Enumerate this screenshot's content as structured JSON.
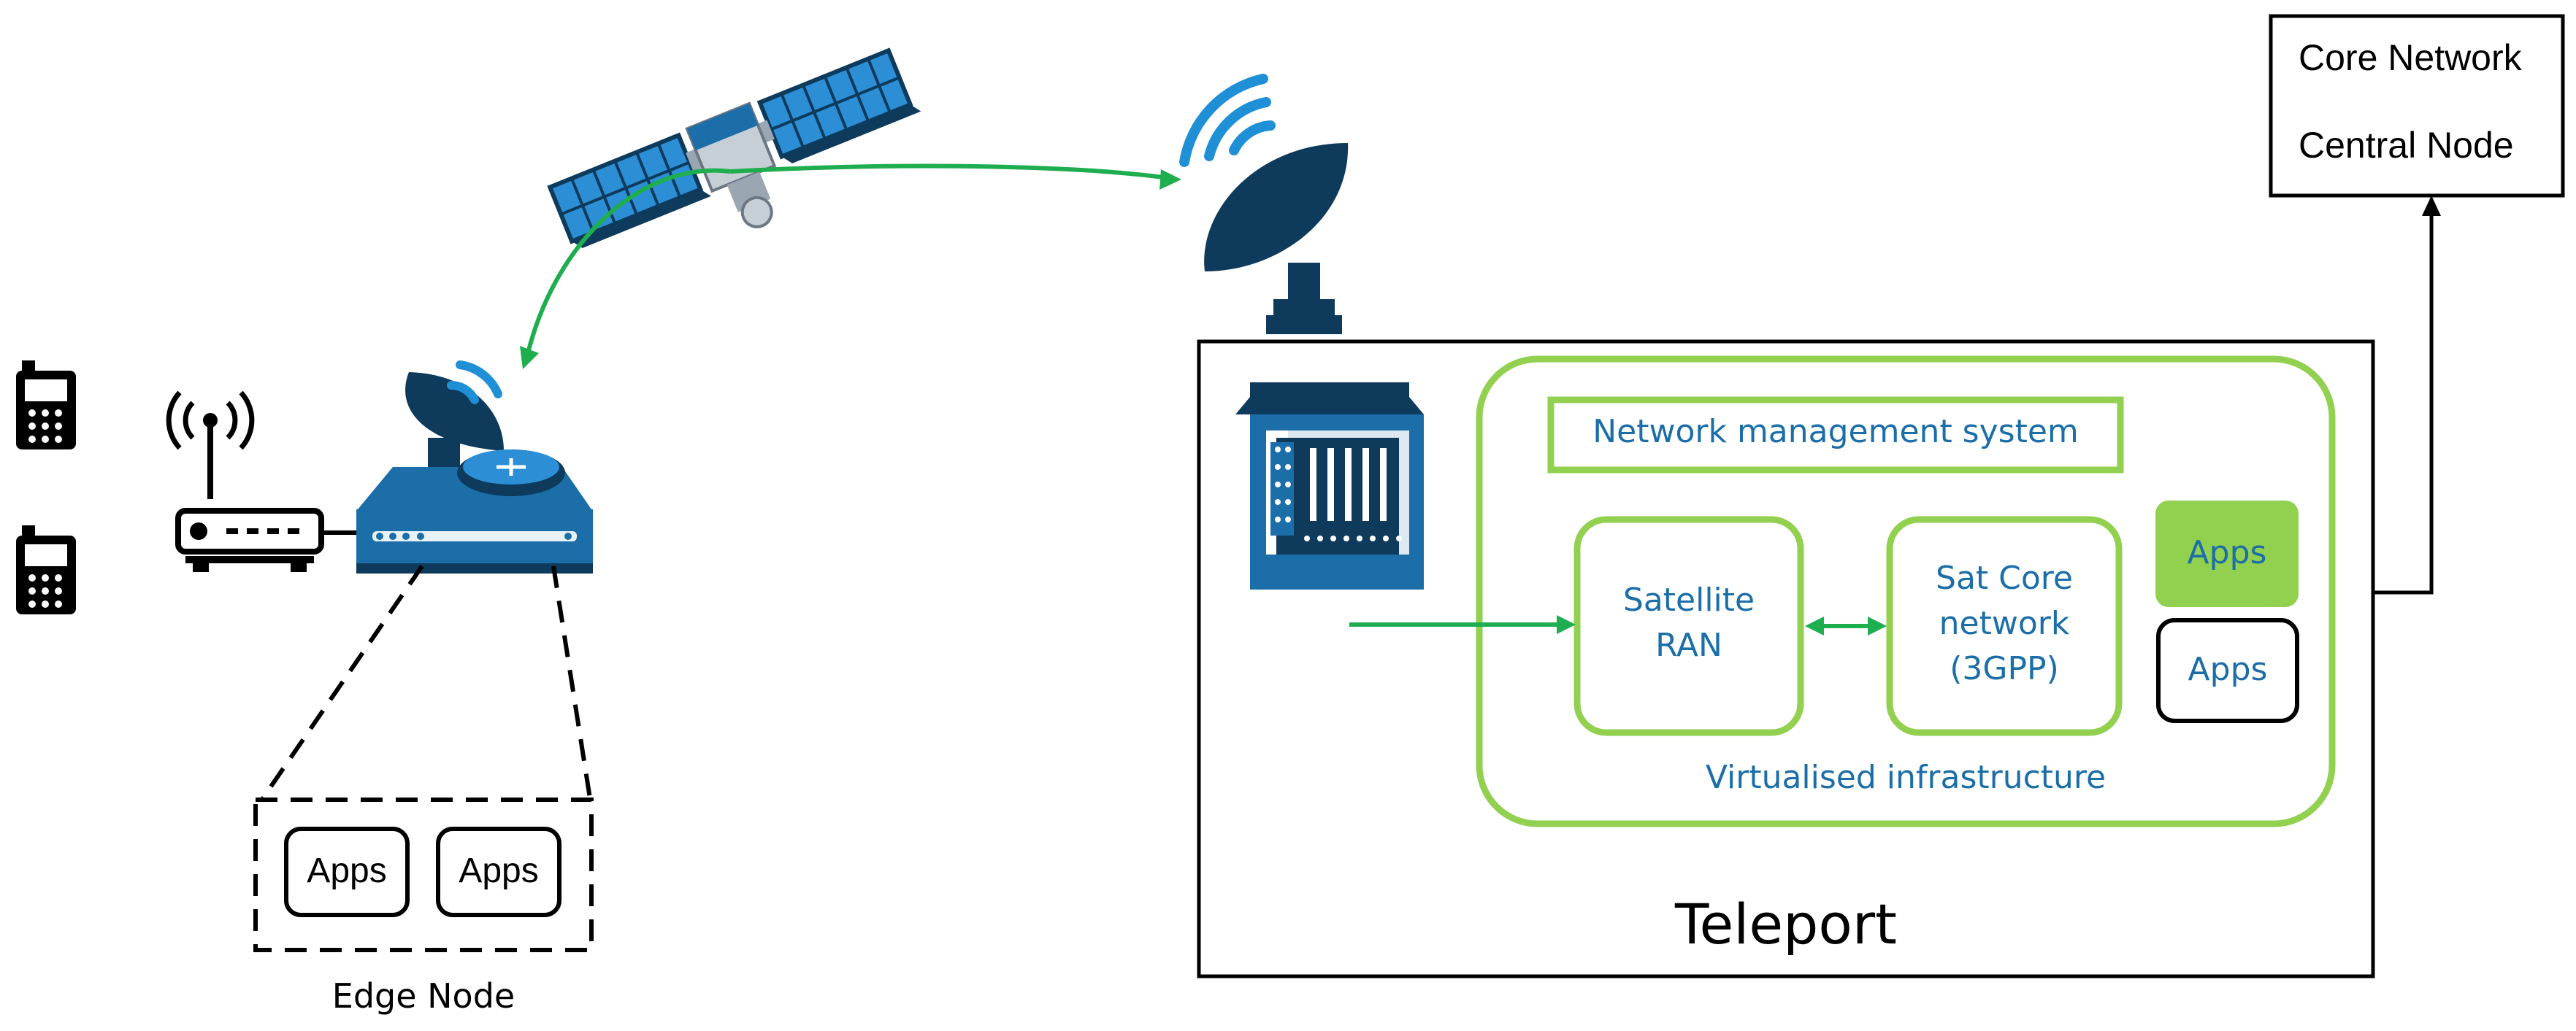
{
  "core_network": {
    "line1": "Core Network",
    "line2": "Central Node"
  },
  "teleport": {
    "label": "Teleport",
    "nms": "Network management system",
    "sat_ran": {
      "line1": "Satellite",
      "line2": "RAN"
    },
    "sat_core": {
      "line1": "Sat Core",
      "line2": "network",
      "line3": "(3GPP)"
    },
    "apps_filled": "Apps",
    "apps_outline": "Apps",
    "virtualised": "Virtualised infrastructure"
  },
  "edge_node": {
    "label": "Edge Node",
    "apps": [
      "Apps",
      "Apps"
    ]
  },
  "colors": {
    "green_link": "#1fae4f",
    "green_box": "#92d050",
    "dark_navy": "#0e3a5c",
    "equipment_blue": "#1b6ea8",
    "signal_blue": "#1f8fd6",
    "panel_blue": "#2c8fd6"
  },
  "icons": [
    "satellite-icon",
    "dish-antenna-icon",
    "server-rack-icon",
    "modem-router-icon",
    "wifi-router-icon",
    "mobile-phone-icon"
  ]
}
